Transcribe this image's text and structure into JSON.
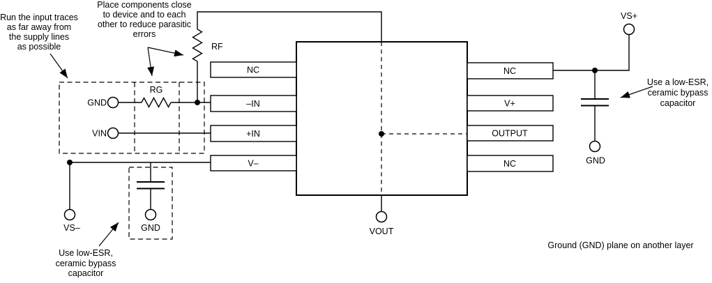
{
  "figure": {
    "background": "#ffffff",
    "line_color": "#000000",
    "type": "pcb-layout-guideline-schematic"
  },
  "annotations": {
    "run_input_traces": [
      "Run the input traces",
      "as far away from",
      "the supply lines",
      "as possible"
    ],
    "place_components": [
      "Place components close",
      "to device and to each",
      "other to reduce parasitic",
      "errors"
    ],
    "bypass_right": [
      "Use a low-ESR,",
      "ceramic bypass",
      "capacitor"
    ],
    "bypass_left": [
      "Use low-ESR,",
      "ceramic bypass",
      "capacitor"
    ],
    "ground_plane": "Ground (GND) plane on another layer"
  },
  "ic": {
    "pins_left": [
      "NC",
      "–IN",
      "+IN",
      "V–"
    ],
    "pins_right": [
      "NC",
      "V+",
      "OUTPUT",
      "NC"
    ]
  },
  "components": {
    "feedback_resistor": "RF",
    "gain_resistor": "RG"
  },
  "terminals": {
    "gnd_input": "GND",
    "vin": "VIN",
    "vs_minus": "VS–",
    "gnd_vminus_cap": "GND",
    "vout": "VOUT",
    "vs_plus": "VS+",
    "gnd_vplus_cap": "GND"
  }
}
